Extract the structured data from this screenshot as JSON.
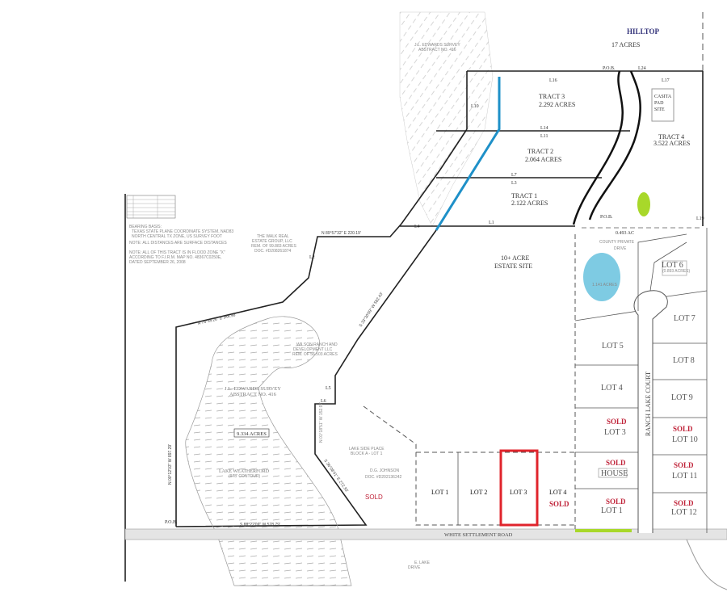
{
  "hilltop": {
    "title": "HILLTOP",
    "acres": "17 ACRES"
  },
  "survey_top": {
    "line1": "J.L. EDWARDS SURVEY",
    "line2": "ABSTRACT NO. 416"
  },
  "tracts": [
    {
      "name": "TRACT 3",
      "acres": "2.292 ACRES"
    },
    {
      "name": "TRACT 2",
      "acres": "2.064 ACRES"
    },
    {
      "name": "TRACT 1",
      "acres": "2.122 ACRES"
    },
    {
      "name": "TRACT 4",
      "acres": "3.522 ACRES"
    }
  ],
  "casita": {
    "line1": "CASITA",
    "line2": "PAD",
    "line3": "SITE"
  },
  "line_labels": {
    "l16": "L16",
    "l17": "L17",
    "l24": "L24",
    "l14": "L14",
    "l11": "L11",
    "l7": "L7",
    "l3": "L3",
    "l1": "L1",
    "l4": "L4",
    "l2": "L2",
    "l5": "L5",
    "l6": "L6",
    "l10": "L10",
    "l19": "L19"
  },
  "pob": "P.O.B.",
  "estate_site": {
    "line1": "10+ ACRE",
    "line2": "ESTATE SITE"
  },
  "area_0493": "0.493 AC",
  "private_drive": {
    "line1": "COUNTY PRIVATE",
    "line2": "DRIVE"
  },
  "pond_acres": "1.141 ACRES",
  "bearings": {
    "north": "N 89°57'32\" E  220.19'",
    "northwest": "N 75°35'26\" E  348.98'",
    "diag": "S 33°30'09\" W  582.43'",
    "west": "N 00°12'03\" W  897.29'",
    "south": "S 88°22'09\" W  578.79'",
    "lake_side": "S 36°08'41\" E  272.33'",
    "short": "N 01°18'51\" W  152.97'"
  },
  "walk_real": {
    "line1": "THE WALK REAL",
    "line2": "ESTATE GROUP, LLC",
    "line3": "REM. OF 99.883 ACRES",
    "line4": "DOC. #D208261874"
  },
  "wilson": {
    "line1": "WILSON RANCH AND",
    "line2": "DEVELOPMENT LLC",
    "line3": "REM. OF 56.503 ACRES"
  },
  "notes": {
    "n1": "BEARING BASIS:",
    "n2": "TEXAS STATE PLANE COORDINATE SYSTEM, NAD83",
    "n3": "NORTH CENTRAL TX ZONE, US SURVEY FOOT",
    "n4": "NOTE: ALL DISTANCES ARE SURFACE DISTANCES",
    "n5": "NOTE: ALL OF THIS TRACT IS IN FLOOD ZONE \"X\"",
    "n6": "ACCORDING TO F.I.R.M. MAP NO. 48367C0250E,",
    "n7": "DATED SEPTEMBER 26, 2008"
  },
  "survey_mid": {
    "line1": "J.L. EDWARDS SURVEY",
    "line2": "ABSTRACT NO. 416"
  },
  "lake_acres": "9.334 ACRES",
  "lake": {
    "line1": "LAKE WEATHERFORD",
    "line2": "(978' CONTOUR)"
  },
  "lake_side_place": {
    "line1": "LAKE SIDE PLACE",
    "line2": "BLOCK A - LOT 1",
    "line3": "D.G. JOHNSON",
    "line4": "DOC. #D202136242"
  },
  "road": "WHITE SETTLEMENT ROAD",
  "lake_drive": {
    "line1": "E. LAKE",
    "line2": "DRIVE"
  },
  "court": "RANCH LAKE COURT",
  "house": "HOUSE",
  "sold_label": "SOLD",
  "front_lots": [
    "LOT 1",
    "LOT 2",
    "LOT 3",
    "LOT 4"
  ],
  "court_lots": {
    "lot1": "LOT 1",
    "lot3": "LOT 3",
    "lot4": "LOT 4",
    "lot5": "LOT 5",
    "lot6": "LOT 6",
    "lot6_acres": "(0.893 ACRES)",
    "lot7": "LOT 7",
    "lot8": "LOT 8",
    "lot9": "LOT 9",
    "lot10": "LOT 10",
    "lot11": "LOT 11",
    "lot12": "LOT 12"
  },
  "colors": {
    "highlight_red": "#e0242c",
    "blue_line": "#1e90c8",
    "pond": "#7ecbe3",
    "green": "#a8d82a",
    "sold": "#c0243a",
    "hilltop": "#33337a"
  }
}
